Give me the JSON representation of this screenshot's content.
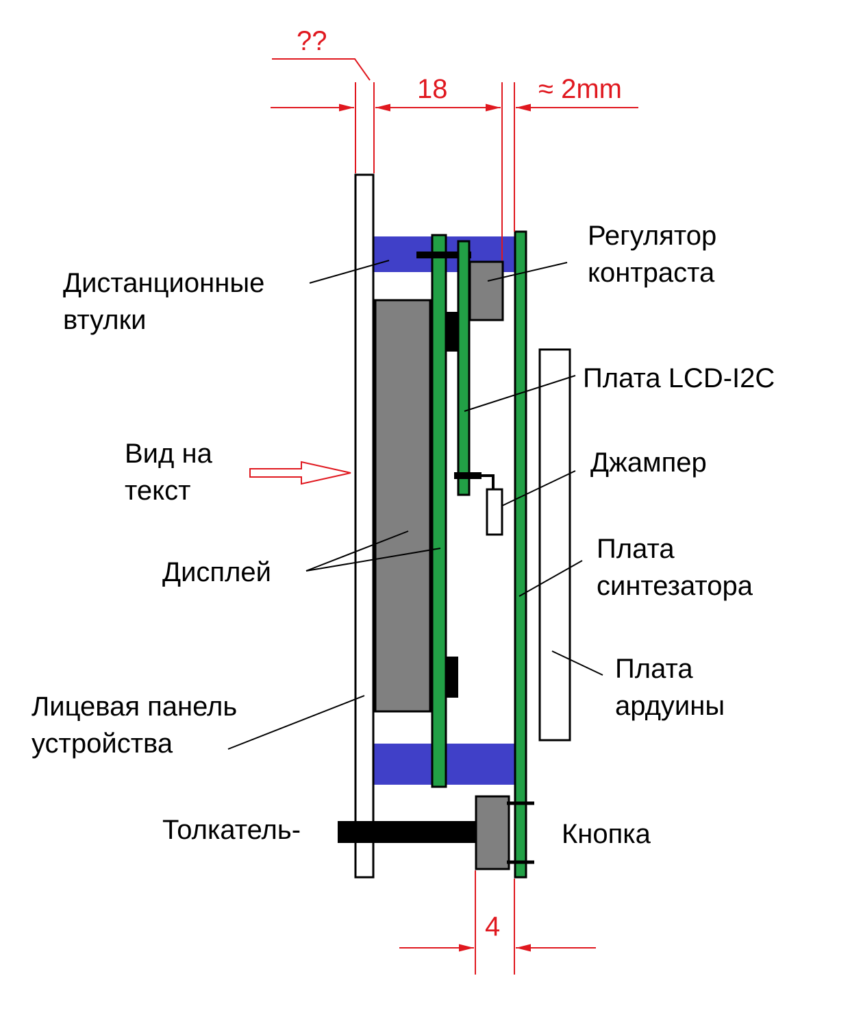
{
  "dimensions": {
    "unknown": "??",
    "gap": "18",
    "board_gap": "≈ 2mm",
    "button_height": "4"
  },
  "labels": {
    "spacers": [
      "Дистанционные",
      "втулки"
    ],
    "view": [
      "Вид на",
      "текст"
    ],
    "display": "Дисплей",
    "front_panel": [
      "Лицевая панель",
      "устройства"
    ],
    "pusher": "Толкатель-",
    "contrast": [
      "Регулятор",
      "контраста"
    ],
    "lcd_board": "Плата LCD-I2C",
    "jumper": "Джампер",
    "synth_board": [
      "Плата",
      "синтезатора"
    ],
    "arduino_board": [
      "Плата",
      "ардуины"
    ],
    "button": "Кнопка"
  },
  "colors": {
    "dimension": "#e0181f",
    "spacer": "#4040c8",
    "pcb": "#22a046",
    "component": "#808080",
    "outline": "#000000"
  }
}
